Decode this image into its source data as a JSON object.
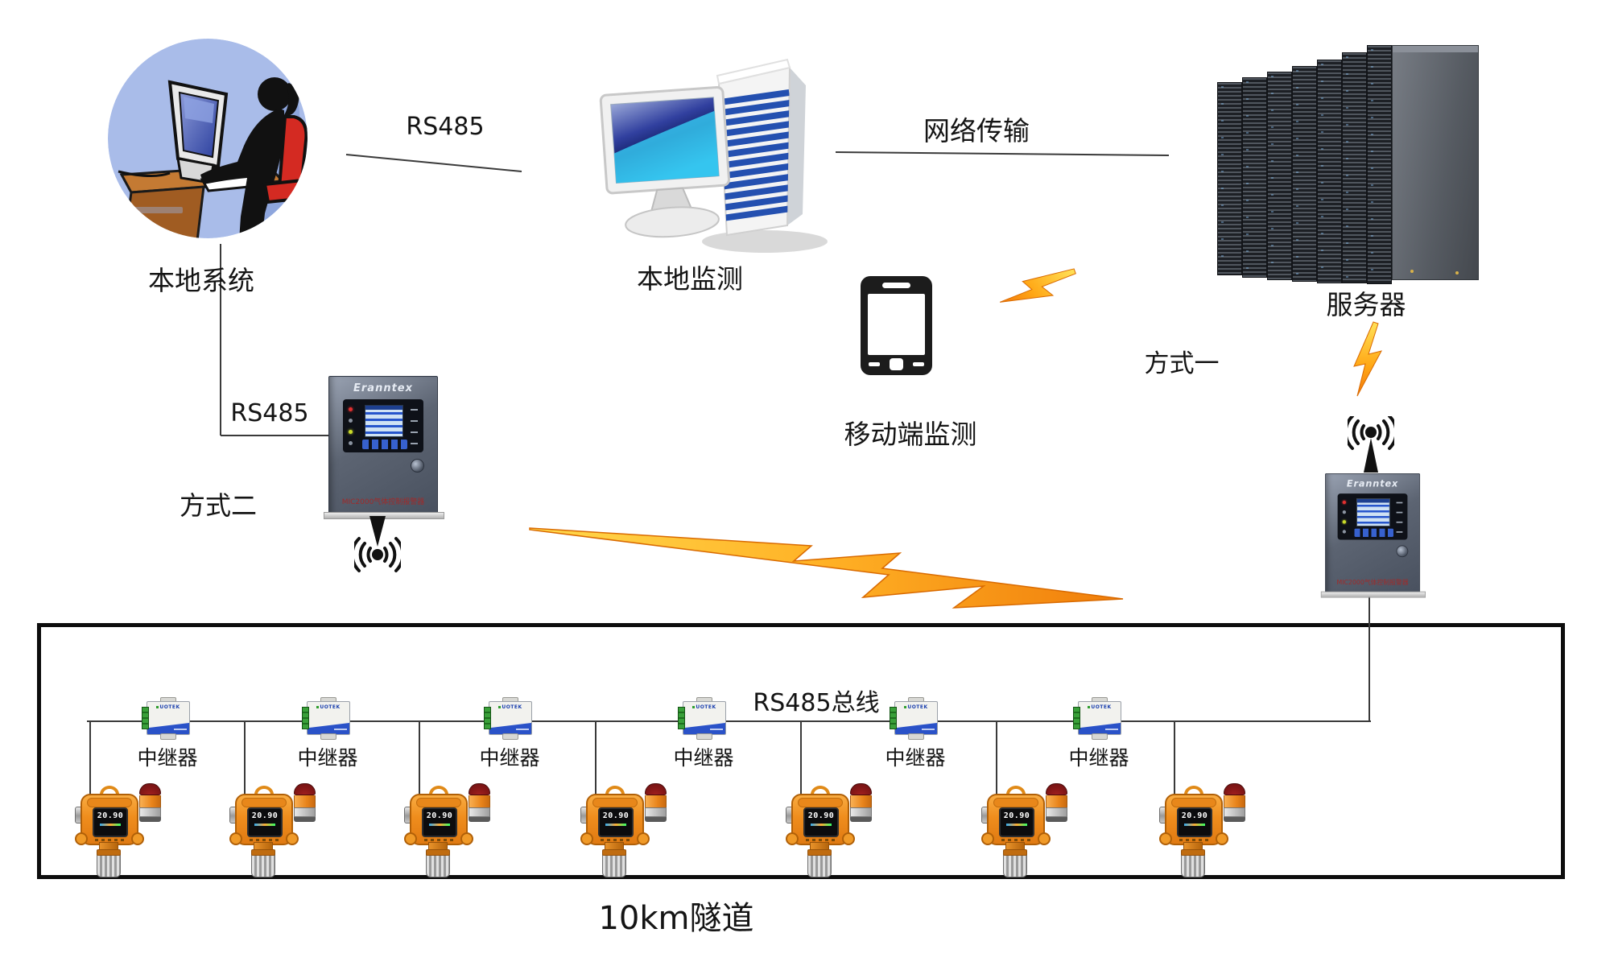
{
  "labels": {
    "rs485_top": "RS485",
    "network_transfer": "网络传输",
    "local_system": "本地系统",
    "local_monitoring": "本地监测",
    "mobile_monitoring": "移动端监测",
    "method_one": "方式一",
    "method_two": "方式二",
    "server": "服务器",
    "rs485_branch": "RS485",
    "rs485_bus": "RS485总线",
    "tunnel": "10km隧道"
  },
  "controller": {
    "brand": "Eranntex",
    "model_label": "MIC2000气体控制报警器"
  },
  "repeaters": {
    "brand": "UOTEK",
    "items": [
      {
        "label": "中继器"
      },
      {
        "label": "中继器"
      },
      {
        "label": "中继器"
      },
      {
        "label": "中继器"
      },
      {
        "label": "中继器"
      },
      {
        "label": "中继器"
      }
    ]
  },
  "detectors": {
    "items": [
      {
        "reading": "20.90"
      },
      {
        "reading": "20.90"
      },
      {
        "reading": "20.90"
      },
      {
        "reading": "20.90"
      },
      {
        "reading": "20.90"
      },
      {
        "reading": "20.90"
      },
      {
        "reading": "20.90"
      }
    ]
  },
  "icons": [
    "person-at-computer",
    "desktop-computer",
    "server-racks",
    "smartphone",
    "lightning-bolt",
    "wireless-antenna",
    "gas-alarm-controller",
    "rs485-repeater",
    "gas-detector"
  ],
  "colors": {
    "lightning_gold": "#ffb020",
    "detector_orange": "#ef8d1d",
    "repeater_blue": "#2a52c8",
    "chair_red": "#d42a22",
    "scene_circle_blue": "#a9bce9",
    "line": "#3a3a3a"
  }
}
